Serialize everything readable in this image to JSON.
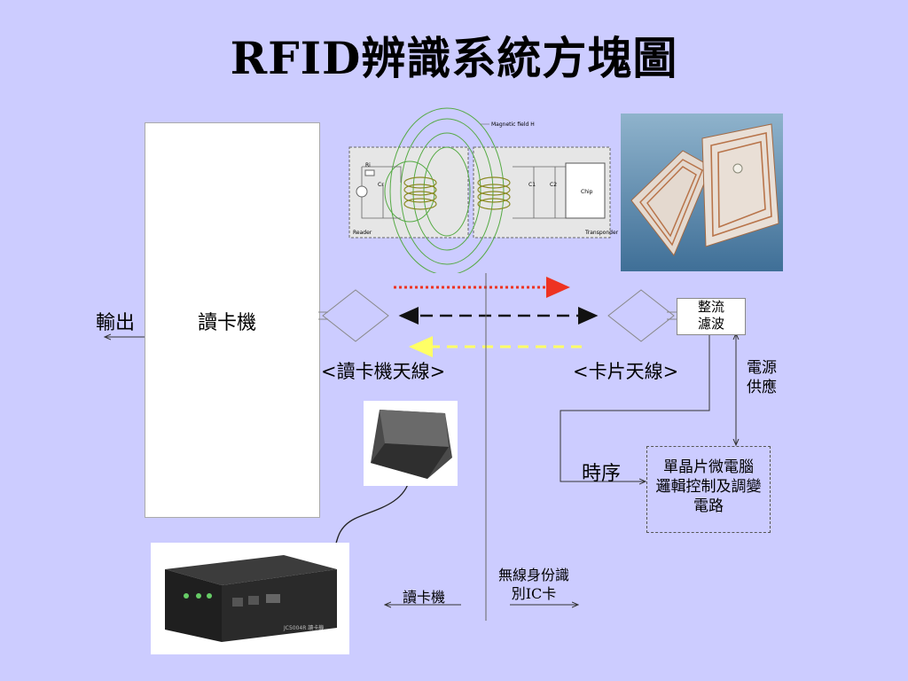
{
  "title": "RFID辨識系統方塊圖",
  "reader": {
    "label": "讀卡機",
    "output_label": "輸出",
    "antenna_label": "<讀卡機天線>"
  },
  "card": {
    "antenna_label": "<卡片天線>",
    "rectifier_label_line1": "整流",
    "rectifier_label_line2": "濾波",
    "power_label_line1": "電源",
    "power_label_line2": "供應",
    "timing_label": "時序",
    "mcu_line1": "單晶片微電腦",
    "mcu_line2": "邏輯控制及調變",
    "mcu_line3": "電路"
  },
  "bottom": {
    "reader_label": "讀卡機",
    "card_label_line1": "無線身份識",
    "card_label_line2": "別IC卡"
  },
  "inset_diagram": {
    "magnetic_label": "Magnetic field H",
    "reader_caption": "Reader",
    "transponder_caption": "Transponder",
    "chip_label": "Chip",
    "r_label": "Ri",
    "c_label": "Cr",
    "c1_label": "C1",
    "c2_label": "C2"
  },
  "device_photo": {
    "front_label": "JC5004R 讀卡機"
  },
  "colors": {
    "background": "#ccccff",
    "red_arrow": "#ee3322",
    "black_arrow": "#111111",
    "yellow_arrow": "#ffff66"
  }
}
